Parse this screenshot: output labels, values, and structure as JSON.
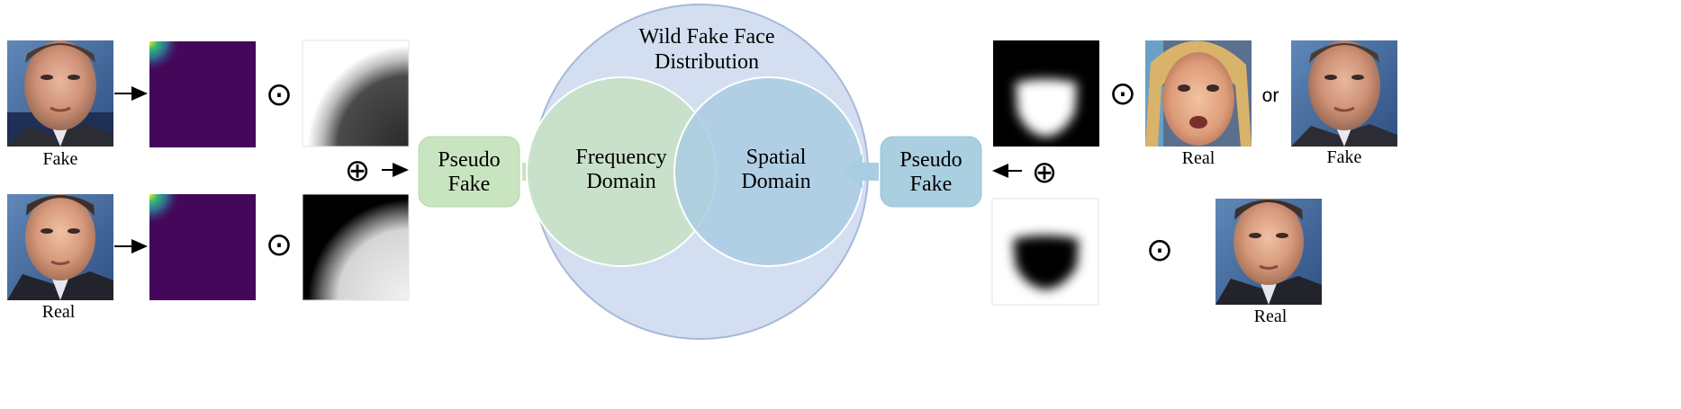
{
  "left": {
    "fake_label": "Fake",
    "real_label": "Real",
    "pseudo_fake": [
      "Pseudo",
      "Fake"
    ]
  },
  "center": {
    "title": [
      "Wild Fake Face",
      "Distribution"
    ],
    "frequency": [
      "Frequency",
      "Domain"
    ],
    "spatial": [
      "Spatial",
      "Domain"
    ]
  },
  "right": {
    "pseudo_fake": [
      "Pseudo",
      "Fake"
    ],
    "real_label_top": "Real",
    "or_label": "or",
    "fake_label": "Fake",
    "real_label_bottom": "Real"
  },
  "symbols": {
    "hadamard": "⊙",
    "oplus": "⊕"
  },
  "colors": {
    "spectrum_bg": "#44075a",
    "green_box": "#c9e4c0",
    "blue_box": "#a9cfe0",
    "outer_circle": "#d3dff1",
    "outer_circle_stroke": "#9fb2d6",
    "freq_circle": "#c8e0c8",
    "spatial_circle": "#a9cde2"
  }
}
